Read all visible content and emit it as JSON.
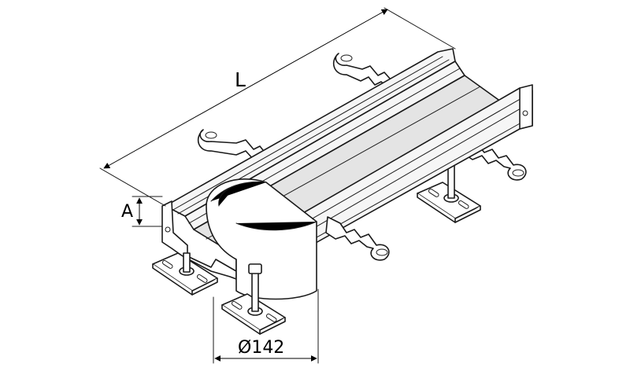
{
  "diagram": {
    "labels": {
      "length": "L",
      "height": "A",
      "diameter": "Ø142"
    },
    "colors": {
      "line": "#1a1a1a",
      "fill": "#ffffff"
    }
  }
}
